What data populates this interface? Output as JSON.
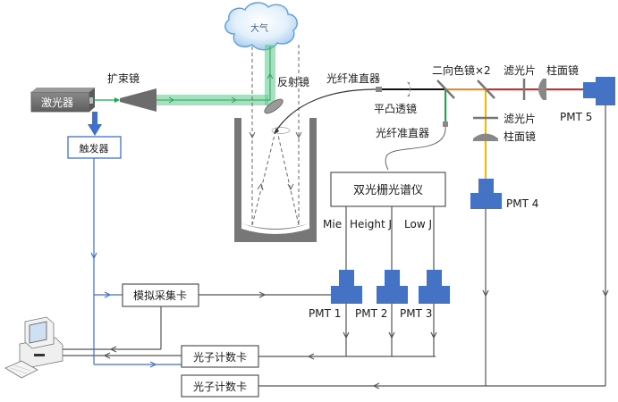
{
  "diagram": {
    "title": "Raman lidar system schematic",
    "colors": {
      "laser_beam": "#5cc98a",
      "beam_line": "#1db954",
      "trigger_blue": "#3f6fcf",
      "pmt_blue": "#4472c4",
      "gray_signal": "#555555",
      "orange_beam": "#f0882e",
      "red_beam": "#d9262b",
      "yellow_beam": "#f5b800",
      "green_branch": "#1aa84a",
      "telescope_gray": "#7a7a7a",
      "laser_body": "#6e6e6e"
    },
    "atmosphere": {
      "label": "大气",
      "icon": "cloud-icon"
    },
    "laser": {
      "label": "激光器"
    },
    "beam_expander": {
      "label": "扩束镜"
    },
    "mirror": {
      "label": "反射镜"
    },
    "trigger": {
      "label": "触发器"
    },
    "fiber_collimator_1": {
      "label": "光纤准直器"
    },
    "plano_convex_lens": {
      "label": "平凸透镜"
    },
    "fiber_collimator_2": {
      "label": "光纤准直器"
    },
    "dichroic_mirrors": {
      "label": "二向色镜×2"
    },
    "filter_top": {
      "label": "滤光片"
    },
    "cyl_lens_top": {
      "label": "柱面镜"
    },
    "filter_side": {
      "label": "滤光片"
    },
    "cyl_lens_side": {
      "label": "柱面镜"
    },
    "spectrometer": {
      "label": "双光栅光谱仪",
      "channels": [
        "Mie",
        "Height J",
        "Low J"
      ]
    },
    "pmts": [
      {
        "label": "PMT 1"
      },
      {
        "label": "PMT 2"
      },
      {
        "label": "PMT 3"
      },
      {
        "label": "PMT 4"
      },
      {
        "label": "PMT 5"
      }
    ],
    "analog_card": {
      "label": "模拟采集卡"
    },
    "photon_card_1": {
      "label": "光子计数卡"
    },
    "photon_card_2": {
      "label": "光子计数卡"
    },
    "computer": {
      "icon": "computer-icon"
    }
  }
}
